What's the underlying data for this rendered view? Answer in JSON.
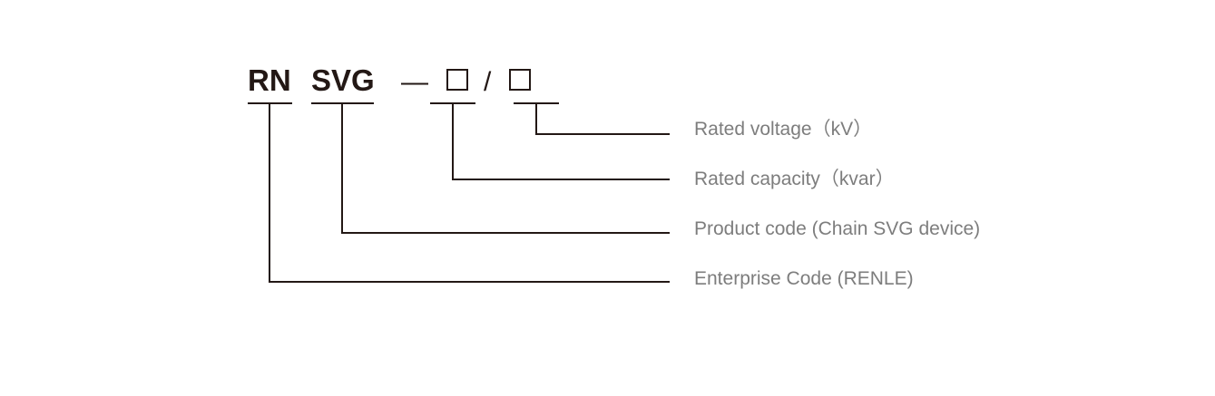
{
  "model_code": {
    "enterprise": "RN",
    "product": "SVG",
    "dash": "—",
    "slash": "/"
  },
  "descriptions": {
    "rated_voltage": "Rated voltage（kV）",
    "rated_capacity": "Rated capacity（kvar）",
    "product_code": "Product code (Chain SVG device)",
    "enterprise_code": "Enterprise Code (RENLE)"
  },
  "colors": {
    "code": "#231815",
    "description": "#7d7d7d",
    "lines": "#231815"
  }
}
